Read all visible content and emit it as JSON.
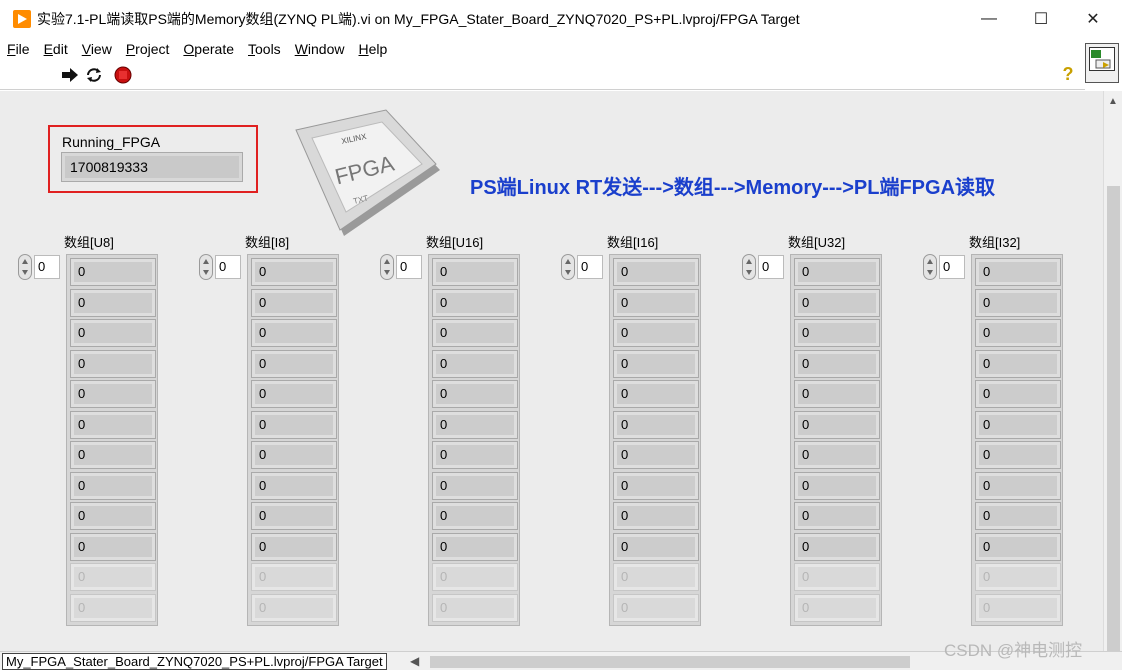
{
  "window": {
    "title": "实验7.1-PL端读取PS端的Memory数组(ZYNQ PL端).vi on My_FPGA_Stater_Board_ZYNQ7020_PS+PL.lvproj/FPGA Target",
    "minimize": "—",
    "maximize": "☐",
    "close": "✕"
  },
  "menu": [
    {
      "label": "File",
      "key": "F",
      "rest": "ile"
    },
    {
      "label": "Edit",
      "key": "E",
      "rest": "dit"
    },
    {
      "label": "View",
      "key": "V",
      "rest": "iew"
    },
    {
      "label": "Project",
      "key": "P",
      "rest": "roject"
    },
    {
      "label": "Operate",
      "key": "O",
      "rest": "perate"
    },
    {
      "label": "Tools",
      "key": "T",
      "rest": "ools"
    },
    {
      "label": "Window",
      "key": "W",
      "rest": "indow"
    },
    {
      "label": "Help",
      "key": "H",
      "rest": "elp"
    }
  ],
  "toolbar": {
    "run": "run-arrow-icon",
    "run_continuously": "run-continuously-icon",
    "abort": "abort-stop-icon",
    "help": "?"
  },
  "running_fpga": {
    "label": "Running_FPGA",
    "value": "1700819333"
  },
  "chip": {
    "brand": "XILINX",
    "label": "FPGA",
    "subtext": "TXT"
  },
  "banner": "PS端Linux RT发送--->数组--->Memory--->PL端FPGA读取",
  "arrays": [
    {
      "label": "数组[U8]",
      "index": "0"
    },
    {
      "label": "数组[I8]",
      "index": "0"
    },
    {
      "label": "数组[U16]",
      "index": "0"
    },
    {
      "label": "数组[I16]",
      "index": "0"
    },
    {
      "label": "数组[U32]",
      "index": "0"
    },
    {
      "label": "数组[I32]",
      "index": "0"
    }
  ],
  "array_elements": [
    "0",
    "0",
    "0",
    "0",
    "0",
    "0",
    "0",
    "0",
    "0",
    "0",
    "0",
    "0"
  ],
  "array_active_count": 10,
  "statusbar": {
    "path": "My_FPGA_Stater_Board_ZYNQ7020_PS+PL.lvproj/FPGA Target"
  },
  "watermark": "CSDN @神电测控",
  "colors": {
    "banner": "#1a3fcc",
    "highlight_border": "#e02020",
    "panel_bg": "#ececec"
  }
}
